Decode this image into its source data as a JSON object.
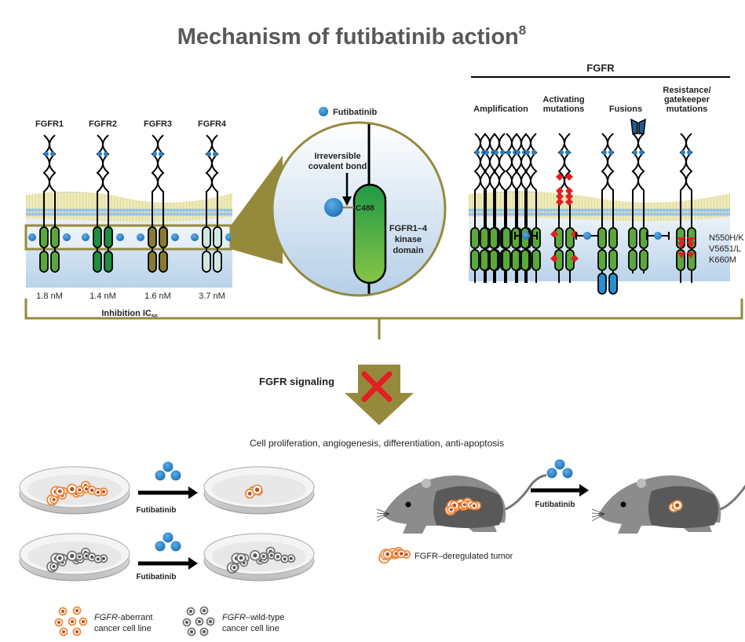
{
  "title": "Mechanism of futibatinib action",
  "title_superscript": "8",
  "legend": {
    "drug_label": "Futibatinib"
  },
  "left_panel": {
    "receptors": [
      {
        "name": "FGFR1",
        "ic50": "1.8 nM",
        "color": "#5aa83a"
      },
      {
        "name": "FGFR2",
        "ic50": "1.4 nM",
        "color": "#1e8f3c"
      },
      {
        "name": "FGFR3",
        "ic50": "1.6 nM",
        "color": "#8a7a30"
      },
      {
        "name": "FGFR4",
        "ic50": "3.7 nM",
        "color": "#cfe9e2"
      }
    ],
    "ic50_label": "Inhibition IC",
    "ic50_subscript": "50"
  },
  "zoom_circle": {
    "bond_label_line1": "Irreversible",
    "bond_label_line2": "covalent bond",
    "residue": "C488",
    "domain_line1": "FGFR1–4",
    "domain_line2": "kinase",
    "domain_line3": "domain"
  },
  "right_panel": {
    "title": "FGFR",
    "columns": [
      {
        "line1": "",
        "line2": "",
        "line3": "Amplification"
      },
      {
        "line1": "",
        "line2": "Activating",
        "line3": "mutations"
      },
      {
        "line1": "",
        "line2": "",
        "line3": "Fusions"
      },
      {
        "line1": "Resistance/",
        "line2": "gatekeeper",
        "line3": "mutations"
      }
    ],
    "mutations": [
      "N550H/K",
      "V5651/L",
      "K660M"
    ]
  },
  "signaling": {
    "label": "FGFR signaling",
    "outcomes": "Cell proliferation, angiogenesis, differentiation, anti-apoptosis"
  },
  "experiments": {
    "drug_label": "Futibatinib",
    "aberrant_line1_italic": "FGFR",
    "aberrant_line1_rest": "-aberrant",
    "aberrant_line2": "cancer cell line",
    "wildtype_line1_italic": "FGFR",
    "wildtype_line1_rest": "–wild-type",
    "wildtype_line2": "cancer cell line",
    "tumor_label": "FGFR–deregulated tumor"
  },
  "colors": {
    "gold": "#958a3c",
    "drug_blue": "#2a7fc4",
    "red": "#e31e24",
    "green": "#5aa83a",
    "orange": "#f08a3c",
    "title_gray": "#58595b"
  }
}
